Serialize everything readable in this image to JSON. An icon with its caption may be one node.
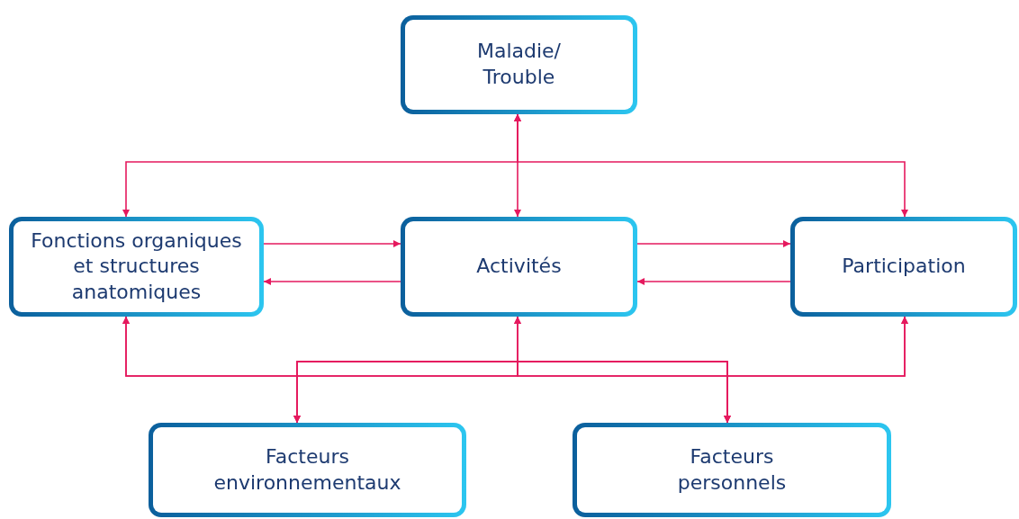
{
  "diagram": {
    "nodes": [
      {
        "text": [
          "Maladie/ Trouble"
        ]
      },
      {
        "text": [
          "Fonctions organiques et structures anatomiques"
        ]
      },
      {
        "text": [
          "Activités"
        ]
      },
      {
        "text": [
          "Participation"
        ]
      },
      {
        "text": [
          "Facteurs environnementaux"
        ]
      },
      {
        "text": [
          "Facteurs personnels"
        ]
      }
    ],
    "edges": [
      {
        "from": 0,
        "to": 1,
        "arrow": "both"
      },
      {
        "from": 0,
        "to": 2,
        "arrow": "both"
      },
      {
        "from": 0,
        "to": 3,
        "arrow": "both"
      },
      {
        "from": 1,
        "to": 2,
        "arrow": "to"
      },
      {
        "from": 2,
        "to": 1,
        "arrow": "to"
      },
      {
        "from": 2,
        "to": 3,
        "arrow": "to"
      },
      {
        "from": 3,
        "to": 2,
        "arrow": "to"
      },
      {
        "from": 4,
        "to": 1,
        "arrow": "both"
      },
      {
        "from": 4,
        "to": 2,
        "arrow": "both"
      },
      {
        "from": 4,
        "to": 3,
        "arrow": "both"
      },
      {
        "from": 5,
        "to": 1,
        "arrow": "both"
      },
      {
        "from": 5,
        "to": 2,
        "arrow": "both"
      },
      {
        "from": 5,
        "to": 3,
        "arrow": "both"
      }
    ]
  }
}
